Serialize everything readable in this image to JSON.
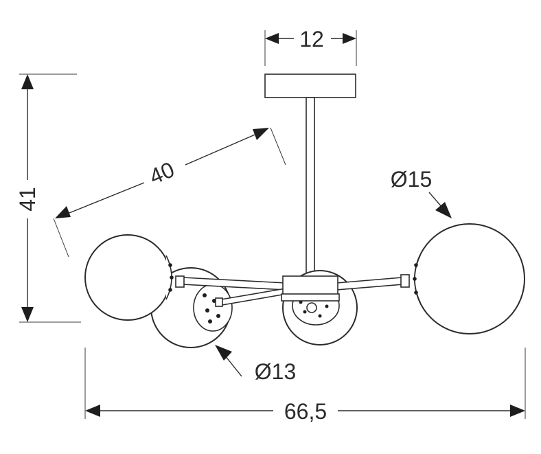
{
  "dimensions": {
    "canopy_width": "12",
    "height": "41",
    "arm_length": "40",
    "large_globe_diameter": "Ø15",
    "small_globe_diameter": "Ø13",
    "total_width": "66,5"
  },
  "colors": {
    "line": "#2b2b2b",
    "background": "#ffffff"
  }
}
